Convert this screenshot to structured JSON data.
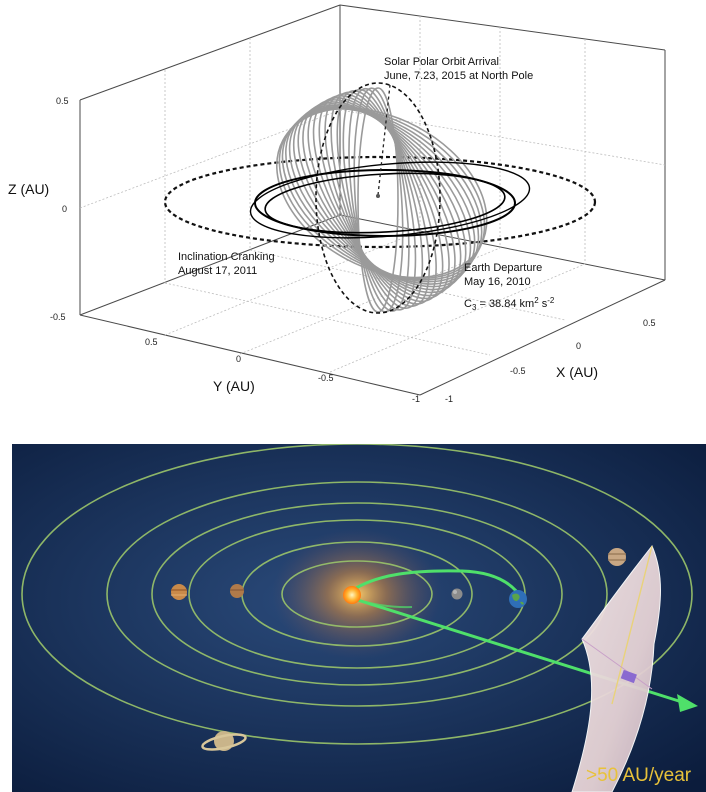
{
  "orbit_plot": {
    "axes": {
      "z_label": "Z (AU)",
      "y_label": "Y (AU)",
      "x_label": "X (AU)",
      "z_ticks": [
        "0.5",
        "0",
        "-0.5"
      ],
      "y_ticks": [
        "0.5",
        "0",
        "-0.5",
        "-1"
      ],
      "x_ticks": [
        "0.5",
        "0",
        "-0.5",
        "-1"
      ]
    },
    "annotations": {
      "arrival_line1": "Solar Polar Orbit Arrival",
      "arrival_line2": "June, 7.23, 2015 at North Pole",
      "cranking_line1": "Inclination Cranking",
      "cranking_line2": "August 17, 2011",
      "departure_line1": "Earth Departure",
      "departure_line2": "May 16, 2010",
      "c3_symbol": "C",
      "c3_sub": "3",
      "c3_value": " = 38.84 km",
      "c3_exp1": "2",
      "c3_mid": " s",
      "c3_exp2": "-2"
    },
    "colors": {
      "crank_orbits": "#9a9a9a",
      "planet_orbit": "#000000"
    }
  },
  "solar_system": {
    "speed_label": ">50 AU/year",
    "colors": {
      "background": "#0f2548",
      "orbit_rings": "#9bc56a",
      "trajectory": "#4fe06a",
      "label": "#e8c23a",
      "sun": "#ffb22e"
    },
    "icons": [
      "sun-icon",
      "mercury-icon",
      "earth-icon",
      "mars-icon",
      "jupiter-icon",
      "saturn-icon",
      "solar-sail-icon",
      "arrow-icon"
    ]
  }
}
